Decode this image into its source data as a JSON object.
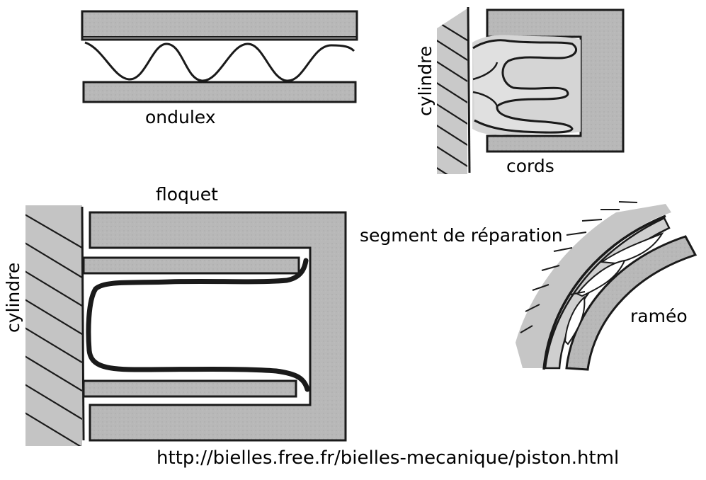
{
  "labels": {
    "ondulex": "ondulex",
    "cylindre_top": "cylindre",
    "cords": "cords",
    "floquet": "floquet",
    "segment_de_reparation": "segment de réparation",
    "cylindre_left": "cylindre",
    "rameo": "raméo"
  },
  "source_url": "http://bielles.free.fr/bielles-mecanique/piston.html",
  "colors": {
    "piston_fill": "#b5b5b5",
    "ring_fill": "#c7c7c7",
    "spring_fill": "#ffffff",
    "stroke": "#1a1a1a",
    "background": "#ffffff"
  }
}
